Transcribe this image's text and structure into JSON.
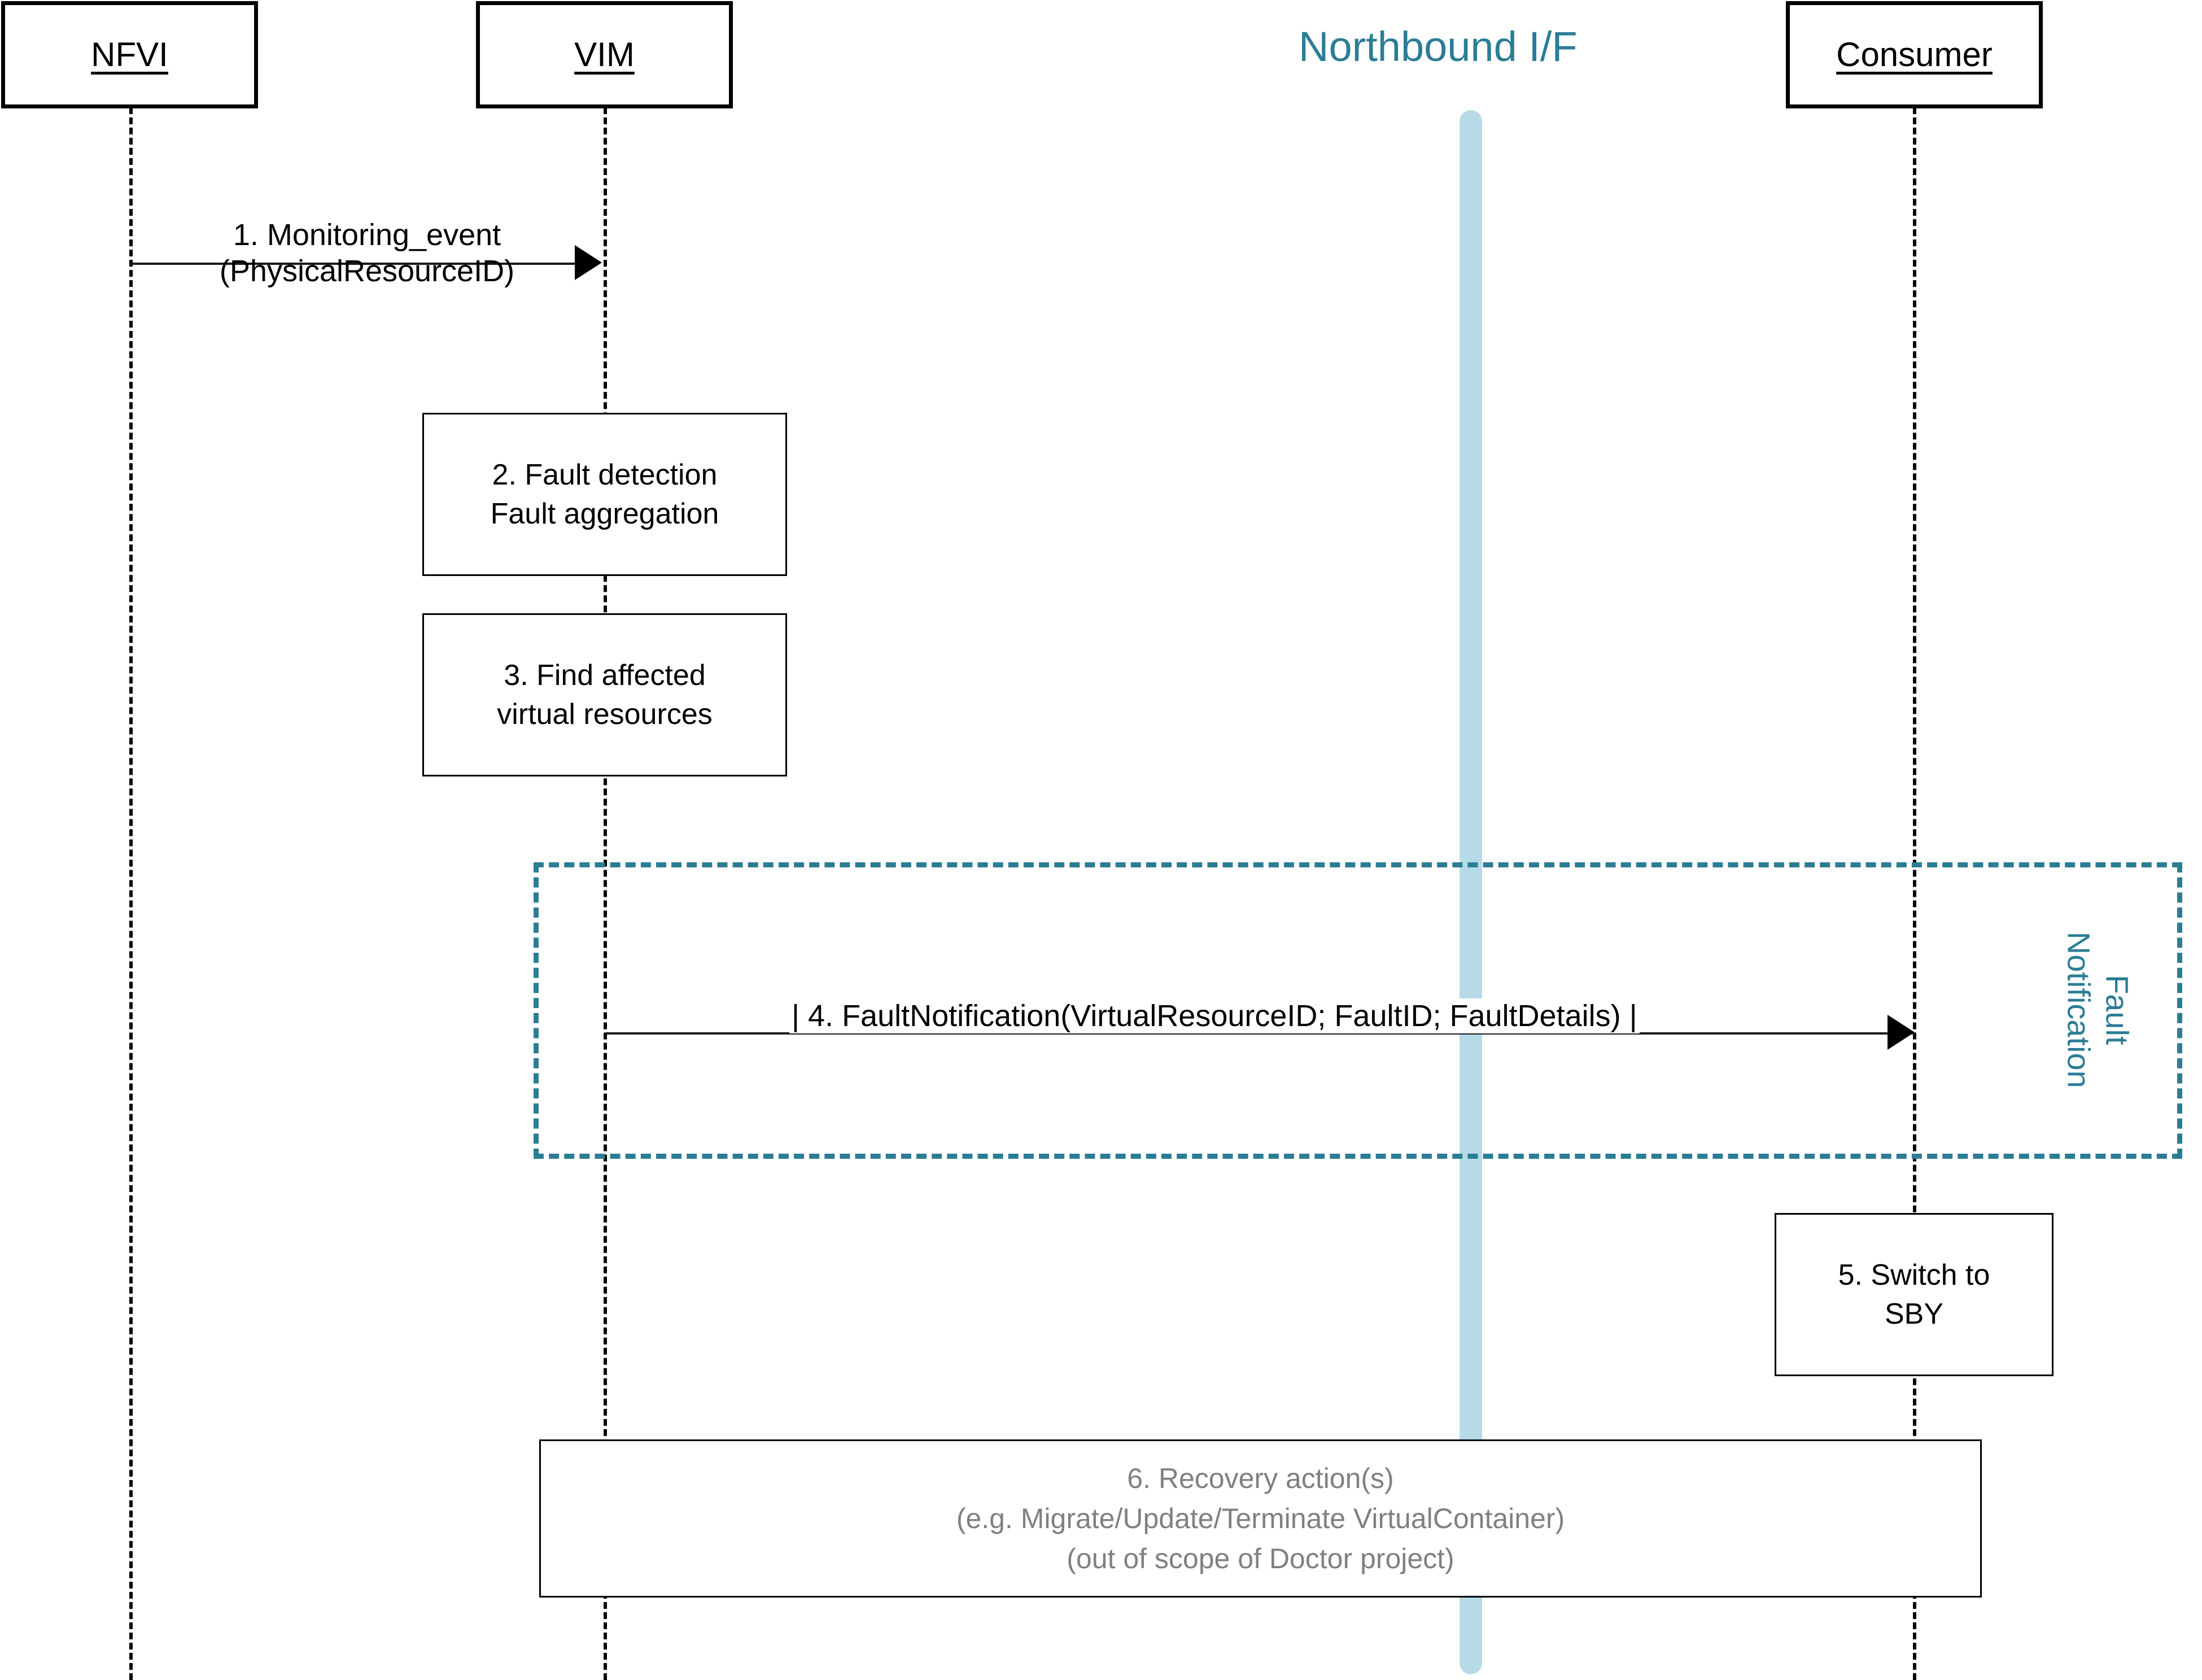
{
  "diagram": {
    "title": "Fault management sequence diagram",
    "colors": {
      "accent_teal": "#2b7d95",
      "northbound_bar": "#b6dbe7",
      "line_black": "#000000",
      "muted_gray": "#808080"
    }
  },
  "actors": [
    {
      "id": "nfvi",
      "label": "NFVI"
    },
    {
      "id": "vim",
      "label": "VIM"
    },
    {
      "id": "consumer",
      "label": "Consumer"
    }
  ],
  "northbound": {
    "title": "Northbound I/F"
  },
  "messages": [
    {
      "id": "m1",
      "number": "1.",
      "line1": "1. Monitoring_event",
      "line2": "(PhysicalResourceID)",
      "from": "nfvi",
      "to": "vim"
    },
    {
      "id": "m4",
      "number": "4.",
      "text": "| 4. FaultNotification(VirtualResourceID; FaultID; FaultDetails) |",
      "from": "vim",
      "to": "consumer"
    }
  ],
  "actions": [
    {
      "id": "a2",
      "on": "vim",
      "line1": "2. Fault detection",
      "line2": "Fault aggregation"
    },
    {
      "id": "a3",
      "on": "vim",
      "line1": "3. Find affected",
      "line2": "virtual resources"
    },
    {
      "id": "a5",
      "on": "consumer",
      "line1": "5. Switch to",
      "line2": "SBY"
    }
  ],
  "fragment": {
    "label_line1": "Fault",
    "label_line2": "Notification"
  },
  "recovery": {
    "line1": "6. Recovery action(s)",
    "line2": "(e.g. Migrate/Update/Terminate VirtualContainer)",
    "line3": "(out of scope of Doctor project)"
  }
}
